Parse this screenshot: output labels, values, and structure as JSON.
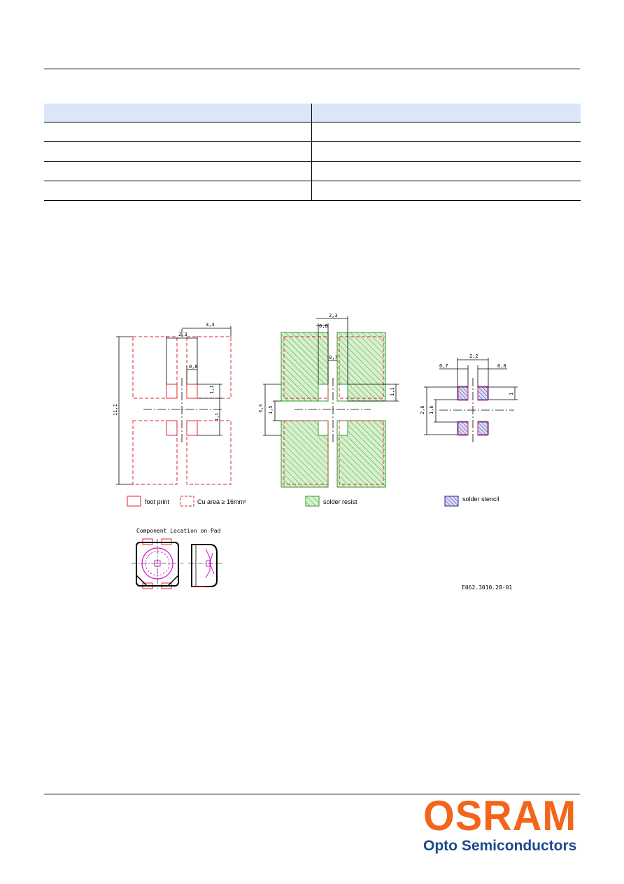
{
  "table": {
    "rows": 5
  },
  "drawing": {
    "dims": {
      "d33_top": "3,3",
      "d23_left": "2,3",
      "d08_left": "0,8",
      "d11_a": "1,1",
      "d11_b": "1,1",
      "d111": "11,1",
      "d23_mid": "2,3",
      "d08_mid": "0,8",
      "d07_mid": "0,7",
      "d11_mid": "1,1",
      "d33_mid": "3,3",
      "d15_mid": "1,5",
      "d22_right": "2,2",
      "d07_right": "0,7",
      "d08_right": "0,8",
      "d1_right": "1",
      "d26_right": "2,6",
      "d16_right": "1,6"
    },
    "legend": {
      "footprint": "foot print",
      "cu_area": "Cu area ≥ 16mm²",
      "solder_resist": "solder resist",
      "solder_stencil": "solder stencil"
    },
    "component_title": "Component Location on Pad",
    "drawing_number": "E062.3010.28-01",
    "colors": {
      "footprint": "#e0242c",
      "resist": "#2e9e2e",
      "resist_fill": "#d9f0cf",
      "stencil": "#2a2aa8",
      "stencil_fill": "#dcdcf5",
      "component": "#d01fd0"
    }
  },
  "logo": {
    "brand": "OSRAM",
    "subtitle": "Opto Semiconductors",
    "brand_color": "#f2661c",
    "subtitle_color": "#1d4a8c"
  }
}
